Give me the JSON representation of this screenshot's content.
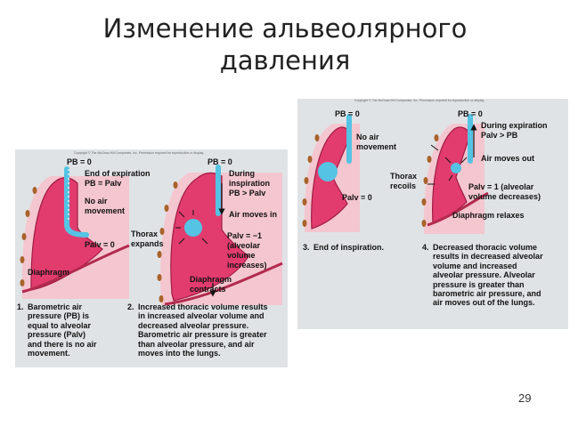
{
  "slide": {
    "title_line1": "Изменение альвеолярного",
    "title_line2": "давления",
    "page_number": "29"
  },
  "figure_left": {
    "copyright": "Copyright © The McGraw-Hill Companies, Inc. Permission required for reproduction or display.",
    "panel1": {
      "pb": "PB = 0",
      "end_exp_1": "End of expiration",
      "end_exp_2": "PB = Palv",
      "no_air_1": "No air",
      "no_air_2": "movement",
      "palv": "Palv = 0",
      "diaphragm": "Diaphragm",
      "caption_num": "1.",
      "caption": [
        "Barometric air",
        "pressure (PB) is",
        "equal to alveolar",
        "pressure (Palv)",
        "and there is no air",
        "movement."
      ]
    },
    "panel2": {
      "pb": "PB = 0",
      "during_1": "During",
      "during_2": "inspiration",
      "during_3": "PB > Palv",
      "air_in": "Air moves in",
      "thorax_1": "Thorax",
      "thorax_2": "expands",
      "palv_1": "Palv = −1",
      "palv_2": "(alveolar",
      "palv_3": "volume",
      "palv_4": "increases)",
      "diaphragm_1": "Diaphragm",
      "diaphragm_2": "contracts",
      "caption_num": "2.",
      "caption": [
        "Increased thoracic volume results",
        "in increased alveolar volume and",
        "decreased alveolar pressure.",
        "Barometric air pressure is greater",
        "than alveolar pressure, and air",
        "moves into the lungs."
      ]
    }
  },
  "figure_right": {
    "copyright": "Copyright © The McGraw-Hill Companies, Inc. Permission required for reproduction or display.",
    "panel3": {
      "pb": "PB = 0",
      "no_air_1": "No air",
      "no_air_2": "movement",
      "palv": "Palv = 0",
      "caption_num": "3.",
      "caption": [
        "End of inspiration."
      ]
    },
    "panel4": {
      "pb": "PB = 0",
      "during_1": "During expiration",
      "during_2": "Palv > PB",
      "air_out": "Air moves out",
      "thorax_1": "Thorax",
      "thorax_2": "recoils",
      "palv_1": "Palv = 1  (alveolar",
      "palv_2": "volume decreases)",
      "diaphragm": "Diaphragm relaxes",
      "caption_num": "4.",
      "caption": [
        "Decreased thoracic volume",
        "results in decreased alveolar",
        "volume and increased",
        "alveolar pressure. Alveolar",
        "pressure is greater than",
        "barometric air pressure, and",
        "air moves out of the lungs."
      ]
    }
  },
  "colors": {
    "lung_pink": "#e23c6e",
    "lung_outline": "#9e1b45",
    "airway_blue": "#55c3e3",
    "panel_bg": "#dfe3e6",
    "rib_brown": "#a8632b",
    "thorax_pink": "#f4c6cf"
  }
}
